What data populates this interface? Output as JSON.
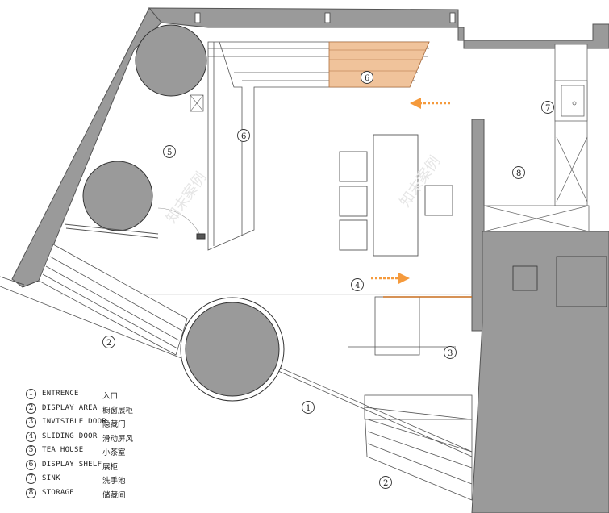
{
  "legend": [
    {
      "num": "1",
      "en": "ENTRENCE",
      "zh": "入口"
    },
    {
      "num": "2",
      "en": "DISPLAY AREA",
      "zh": "橱窗展柜"
    },
    {
      "num": "3",
      "en": "INVISIBLE DOOR",
      "zh": "隐藏门"
    },
    {
      "num": "4",
      "en": "SLIDING DOOR",
      "zh": "滑动屏风"
    },
    {
      "num": "5",
      "en": "TEA HOUSE",
      "zh": "小茶室"
    },
    {
      "num": "6",
      "en": "DISPLAY SHELF",
      "zh": "展柜"
    },
    {
      "num": "7",
      "en": "SINK",
      "zh": "洗手池"
    },
    {
      "num": "8",
      "en": "STORAGE",
      "zh": "储藏间"
    }
  ],
  "markers": {
    "m1": "1",
    "m2a": "2",
    "m2b": "2",
    "m3": "3",
    "m4": "4",
    "m5": "5",
    "m6a": "6",
    "m6b": "6",
    "m7": "7",
    "m8": "8"
  },
  "watermark": {
    "a": "知末案例",
    "b": "知末案例"
  },
  "colors": {
    "wall": "#9a9a9a",
    "shelf_accent": "#f0c39b",
    "arrow": "#f59a3c",
    "line": "#555555"
  }
}
